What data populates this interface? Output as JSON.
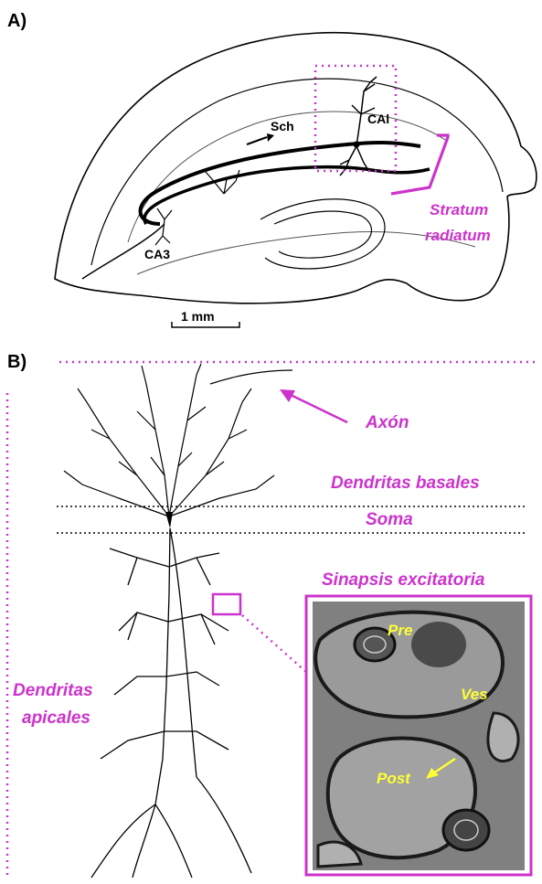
{
  "panel_a": {
    "label": "A)",
    "labels": {
      "sch": "Sch",
      "ca1": "CAl",
      "ca3": "CA3",
      "scale": "1 mm"
    },
    "region": {
      "line1": "Stratum",
      "line2": "radiatum"
    }
  },
  "panel_b": {
    "label": "B)",
    "axon": "Axón",
    "basal": "Dendritas basales",
    "soma": "Soma",
    "synapse_title": "Sinapsis excitatoria",
    "apical1": "Dendritas",
    "apical2": "apicales",
    "micro": {
      "pre": "Pre",
      "ves": "Ves",
      "post": "Post"
    }
  },
  "colors": {
    "accent": "#cc33cc",
    "highlight": "#ffff33",
    "ink": "#000000"
  }
}
